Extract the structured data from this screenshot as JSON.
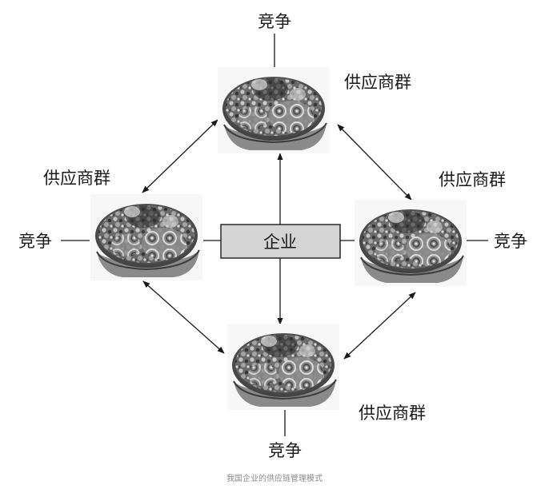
{
  "diagram": {
    "center_label": "企业",
    "supplier_label": "供应商群",
    "competition_label": "竞争",
    "node_image": "succulent-planter-photo",
    "colors": {
      "center_fill": "#d4d4d4",
      "line": "#1a1a1a"
    }
  },
  "caption": "我国企业的供应链管理模式"
}
